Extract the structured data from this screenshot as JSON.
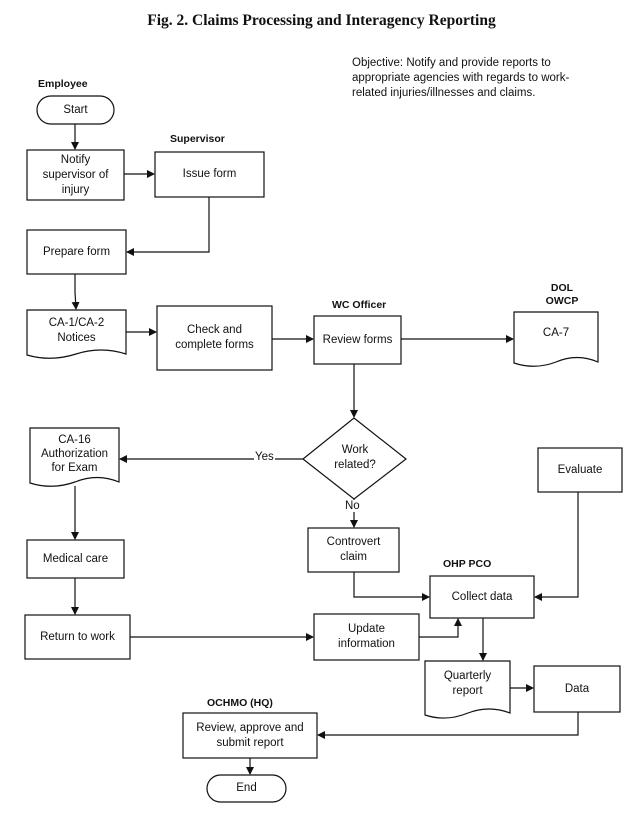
{
  "title": "Fig. 2.  Claims Processing and Interagency Reporting",
  "objective": "Objective: Notify and provide reports to appropriate agencies with regards to work-related injuries/illnesses and claims.",
  "lanes": {
    "employee": "Employee",
    "supervisor": "Supervisor",
    "wc_officer": "WC Officer",
    "dol_owcp_line1": "DOL",
    "dol_owcp_line2": "OWCP",
    "ohp_pco": "OHP PCO",
    "ochmo_hq": "OCHMO (HQ)"
  },
  "nodes": {
    "start": "Start",
    "notify_supervisor_line1": "Notify",
    "notify_supervisor_line2": "supervisor  of",
    "notify_supervisor_line3": "injury",
    "issue_form": "Issue form",
    "prepare_form": "Prepare form",
    "ca1_ca2_line1": "CA-1/CA-2",
    "ca1_ca2_line2": "Notices",
    "check_complete_line1": "Check and",
    "check_complete_line2": "complete forms",
    "review_forms": "Review forms",
    "ca7": "CA-7",
    "work_related_line1": "Work",
    "work_related_line2": "related?",
    "ca16_line1": "CA-16",
    "ca16_line2": "Authorization",
    "ca16_line3": "for Exam",
    "medical_care": "Medical care",
    "controvert_line1": "Controvert",
    "controvert_line2": "claim",
    "evaluate": "Evaluate",
    "collect_data": "Collect data",
    "return_to_work": "Return to work",
    "update_info_line1": "Update",
    "update_info_line2": "information",
    "quarterly_line1": "Quarterly",
    "quarterly_line2": "report",
    "data": "Data",
    "review_approve_line1": "Review, approve and",
    "review_approve_line2": "submit report",
    "end": "End"
  },
  "edge_labels": {
    "yes": "Yes",
    "no": "No"
  }
}
